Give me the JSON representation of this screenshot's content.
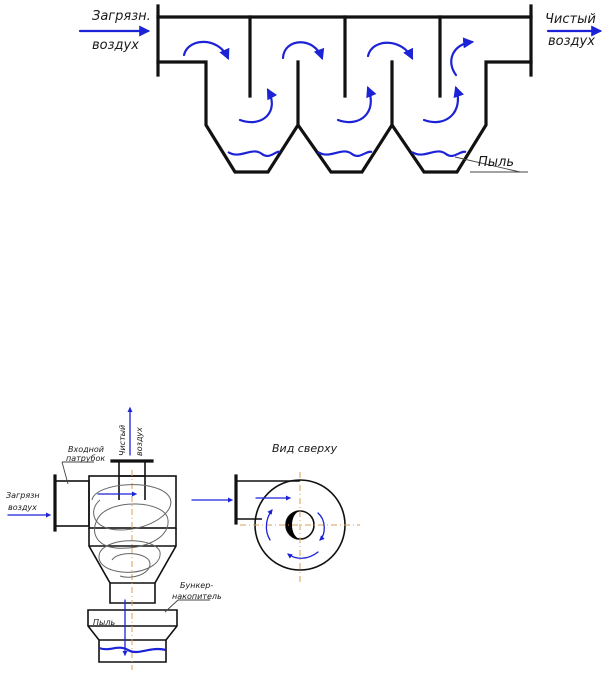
{
  "top_diagram": {
    "inlet_label_line1": "Загрязн.",
    "inlet_label_line2": "воздух",
    "outlet_label_line1": "Чистый",
    "outlet_label_line2": "воздух",
    "dust_label": "Пыль"
  },
  "cyclone_diagram": {
    "inlet_pipe_label_line1": "Входной",
    "inlet_pipe_label_line2": "патрубок",
    "outlet_label_line1": "Чистый",
    "outlet_label_line2": "воздух",
    "inlet_air_label_line1": "Загрязн",
    "inlet_air_label_line2": "воздух",
    "hopper_label_line1": "Бункер-",
    "hopper_label_line2": "накопитель",
    "dust_label": "Пыль",
    "top_view_label": "Вид сверху"
  },
  "colors": {
    "flow": "#1c22d6",
    "structure": "#111111",
    "axis": "#d9a25a"
  }
}
